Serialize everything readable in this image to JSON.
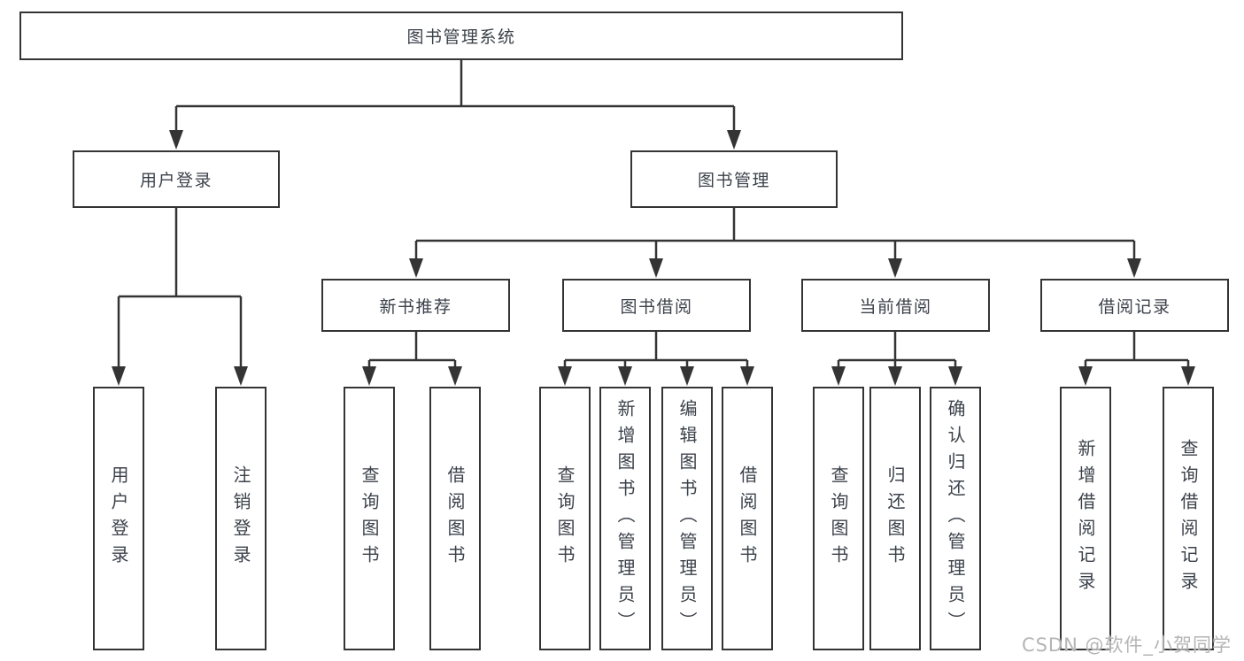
{
  "diagram": {
    "title": "图书管理系统",
    "type": "hierarchy-tree",
    "colors": {
      "line": "#343434",
      "box_border": "#343434",
      "text": "#3c424b",
      "background": "#ffffff",
      "watermark": "#b5b5b5"
    },
    "nodes": {
      "root": {
        "label": "图书管理系统"
      },
      "level2": [
        {
          "label": "用户登录"
        },
        {
          "label": "图书管理"
        }
      ],
      "level3": [
        {
          "label": "新书推荐",
          "parent": "图书管理"
        },
        {
          "label": "图书借阅",
          "parent": "图书管理"
        },
        {
          "label": "当前借阅",
          "parent": "图书管理"
        },
        {
          "label": "借阅记录",
          "parent": "图书管理"
        }
      ],
      "leaves": [
        {
          "label": "用户登录",
          "parent": "用户登录"
        },
        {
          "label": "注销登录",
          "parent": "用户登录"
        },
        {
          "label": "查询图书",
          "parent": "新书推荐"
        },
        {
          "label": "借阅图书",
          "parent": "新书推荐"
        },
        {
          "label": "查询图书",
          "parent": "图书借阅"
        },
        {
          "label": "新增图书（管理员）",
          "parent": "图书借阅"
        },
        {
          "label": "编辑图书（管理员）",
          "parent": "图书借阅"
        },
        {
          "label": "借阅图书",
          "parent": "图书借阅"
        },
        {
          "label": "查询图书",
          "parent": "当前借阅"
        },
        {
          "label": "归还图书",
          "parent": "当前借阅"
        },
        {
          "label": "确认归还（管理员）",
          "parent": "当前借阅"
        },
        {
          "label": "新增借阅记录",
          "parent": "借阅记录"
        },
        {
          "label": "查询借阅记录",
          "parent": "借阅记录"
        }
      ]
    },
    "watermark": "CSDN @软件_小贺同学"
  }
}
